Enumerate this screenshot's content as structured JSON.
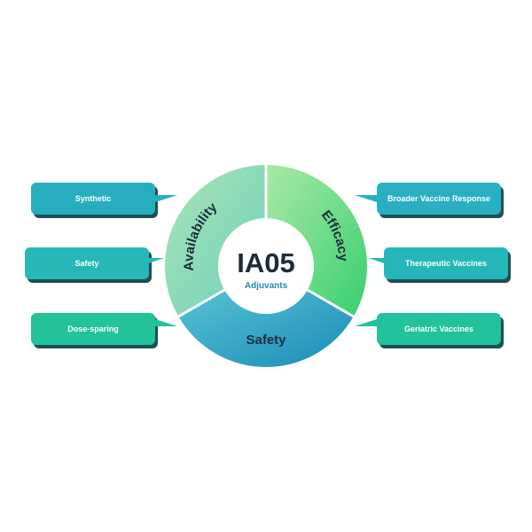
{
  "center": {
    "title": "IA05",
    "subtitle": "Adjuvants"
  },
  "segments": {
    "availability": "Availability",
    "efficacy": "Efficacy",
    "safety": "Safety"
  },
  "left_callouts": [
    {
      "label": "Synthetic",
      "color": "#26aebf"
    },
    {
      "label": "Safety",
      "color": "#26b8b6"
    },
    {
      "label": "Dose-sparing",
      "color": "#22c29a"
    }
  ],
  "right_callouts": [
    {
      "label": "Broader Vaccine Response",
      "color": "#28b0c2"
    },
    {
      "label": "Therapeutic Vaccines",
      "color": "#25b7b8"
    },
    {
      "label": "Geriatric Vaccines",
      "color": "#21c29c"
    }
  ],
  "colors": {
    "text_dark": "#1b2b3a",
    "subtitle": "#2a86b8",
    "ring_light": "#c9edd4",
    "ring_green": "#3cd47a",
    "ring_teal": "#1c8fb8",
    "shadow": "#1f4f55"
  }
}
